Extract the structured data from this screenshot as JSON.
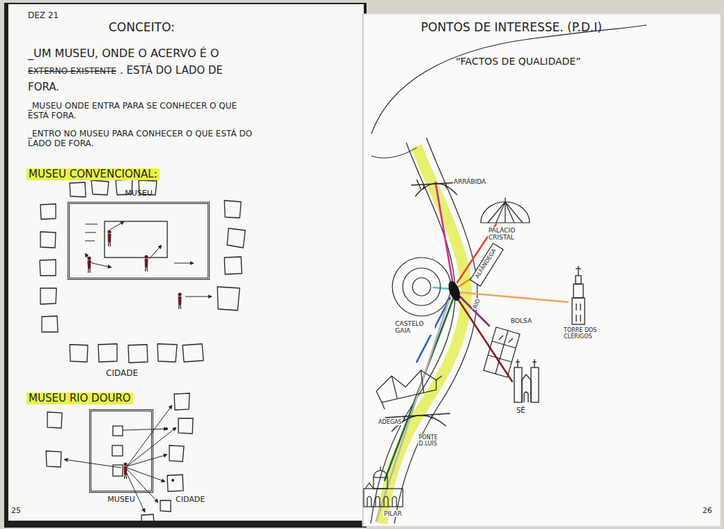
{
  "diagram": {
    "nodes": [
      {
        "text": [
          "MUSEU"
        ]
      },
      {
        "text": [
          "MUSEU"
        ]
      }
    ],
    "labels": [
      "DEZ 21",
      "CONCEITO:",
      "_UM MUSEU, ONDE O ACERVO É O",
      "EXTERNO EXISTENTE",
      ". ESTÁ DO LADO DE",
      "FORA.",
      "_MUSEU ONDE ENTRA PARA SE CONHECER O QUE ESTÁ FORA.",
      "_ENTRO NO MUSEU PARA CONHECER O QUE ESTÁ DO LADO DE FORA.",
      "MUSEU CONVENCIONAL:",
      "CIDADE",
      "MUSEU RIO DOURO",
      "CIDADE",
      "25",
      "PONTOS DE INTERESSE. (P.D.I)",
      "“FACTOS DE QUALIDADE”",
      "ARRÁBIDA",
      "PALÁCIO CRISTAL",
      "ALFÂNDEGA",
      "CASTELO GAIA",
      "RIO",
      "BOLSA",
      "TORRE DOS CLÉRIGOS",
      "SÉ",
      "ADEGAS",
      "PONTE D.LUÍS",
      "PILAR",
      "26"
    ]
  }
}
